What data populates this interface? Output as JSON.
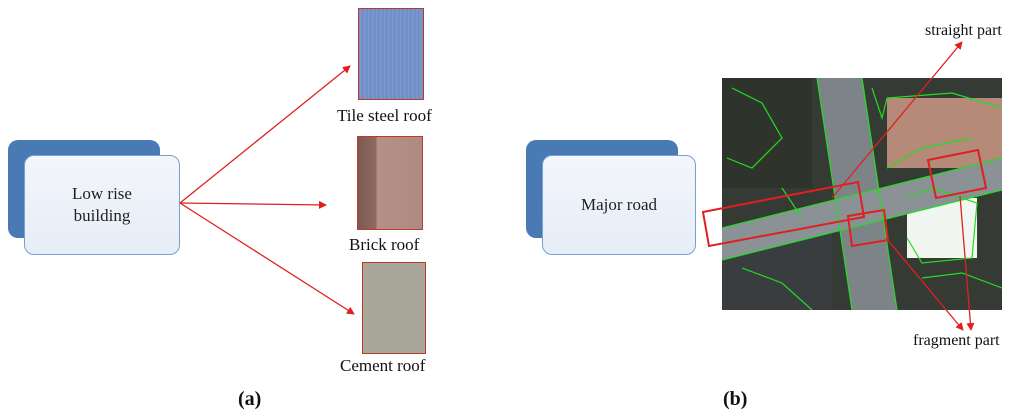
{
  "panel_a": {
    "label": "(a)",
    "source_box": {
      "line1": "Low rise",
      "line2": "building"
    },
    "roofs": [
      {
        "label": "Tile steel roof",
        "color": "#6f8fc8"
      },
      {
        "label": "Brick roof",
        "color": "#a8857d"
      },
      {
        "label": "Cement roof",
        "color": "#a9a69a"
      }
    ]
  },
  "panel_b": {
    "label": "(b)",
    "source_box": {
      "text": "Major road"
    },
    "annotations": {
      "straight": "straight part",
      "fragment": "fragment part"
    }
  },
  "colors": {
    "arrow": "#e02020",
    "box_back": "#4a7ab4",
    "box_border": "#7aa0cc",
    "segment_line": "#22dd22"
  }
}
